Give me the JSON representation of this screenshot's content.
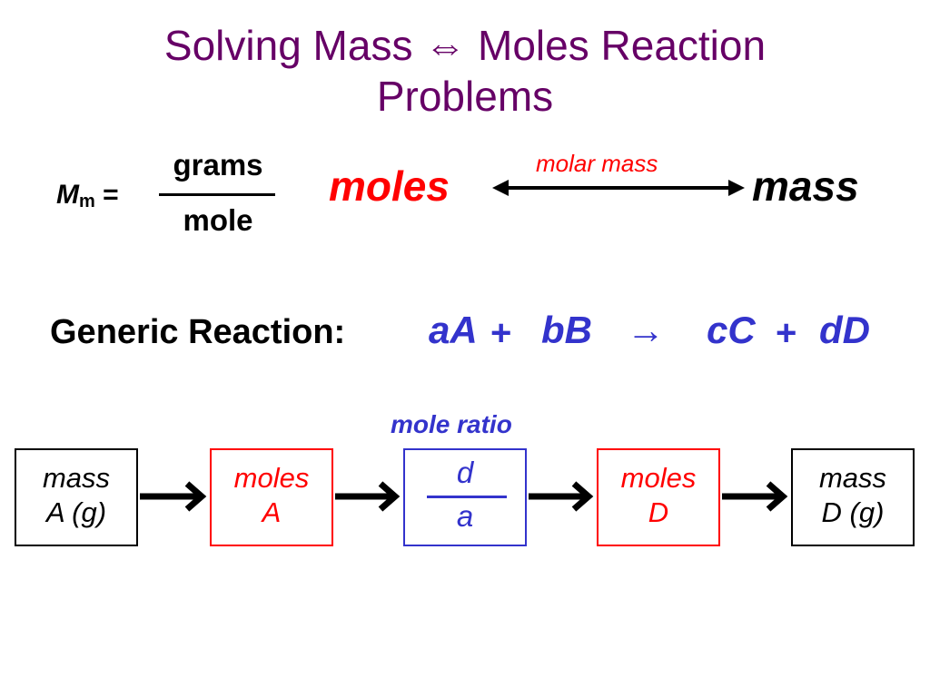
{
  "title": {
    "line1_pre": "Solving Mass",
    "line1_symbol": "⇔",
    "line1_post": "Moles Reaction",
    "line2": "Problems"
  },
  "molar_mass_def": {
    "symbol": "M",
    "subscript": "m",
    "equals": "=",
    "numerator": "grams",
    "denominator": "mole"
  },
  "conversion": {
    "left": "moles",
    "right": "mass",
    "arrow_label": "molar mass",
    "colors": {
      "left": "#ff0000",
      "right": "#000000",
      "arrow_label": "#ff0000"
    }
  },
  "reaction": {
    "label": "Generic Reaction:",
    "term1": "aA",
    "plus1": "+",
    "term2": "bB",
    "arrow": "→",
    "term3": "cC",
    "plus2": "+",
    "term4": "dD",
    "color": "#3333cc"
  },
  "flow": {
    "ratio_label": "mole ratio",
    "boxes": [
      {
        "line1": "mass",
        "line2": "A (g)",
        "color": "#000000"
      },
      {
        "line1": "moles",
        "line2": "A",
        "color": "#ff0000"
      },
      {
        "numerator": "d",
        "denominator": "a",
        "color": "#3333cc"
      },
      {
        "line1": "moles",
        "line2": "D",
        "color": "#ff0000"
      },
      {
        "line1": "mass",
        "line2": "D (g)",
        "color": "#000000"
      }
    ]
  }
}
